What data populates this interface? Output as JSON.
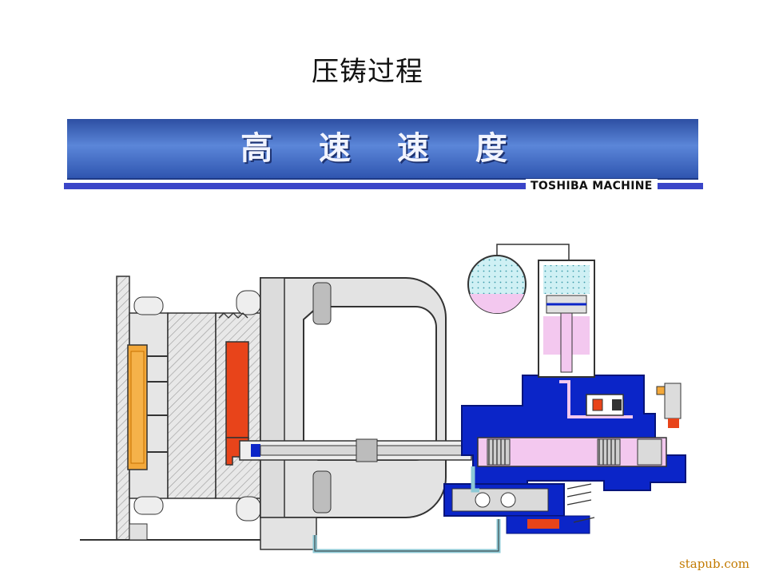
{
  "page": {
    "title": "压铸过程"
  },
  "banner": {
    "text": "高 速 速 度",
    "brand": "TOSHIBA MACHINE"
  },
  "footer": {
    "watermark": "stapub.com"
  },
  "colors": {
    "banner_blue": "#3d63c2",
    "machine_blue": "#0b25c8",
    "casting_orange": "#f3a83a",
    "molten_red": "#e8441a",
    "oil_pink": "#f3c8ef",
    "gas_cyan": "#cfeff4",
    "frame_gray": "#e2e2e2"
  }
}
